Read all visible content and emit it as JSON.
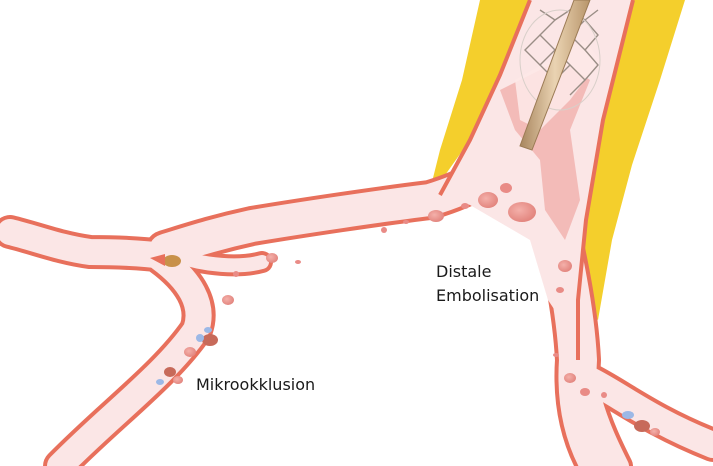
{
  "labels": {
    "distal_line1": "Distale",
    "distal_line2": "Embolisation",
    "micro": "Mikrookklusion"
  },
  "colors": {
    "background": "#ffffff",
    "vessel_wall": "#e8705c",
    "vessel_lumen": "#fbe6e6",
    "plaque_yellow": "#f4cf2c",
    "clot_pink": "#f2b6b3",
    "emboli_red": "#e98b86",
    "emboli_dark": "#c76a5a",
    "emboli_blue": "#9cb8e6",
    "stent_wire": "#9a8e86",
    "catheter": "#c8a884"
  },
  "icons": {
    "stent": "stent-retriever-device",
    "catheter": "aspiration-catheter"
  }
}
